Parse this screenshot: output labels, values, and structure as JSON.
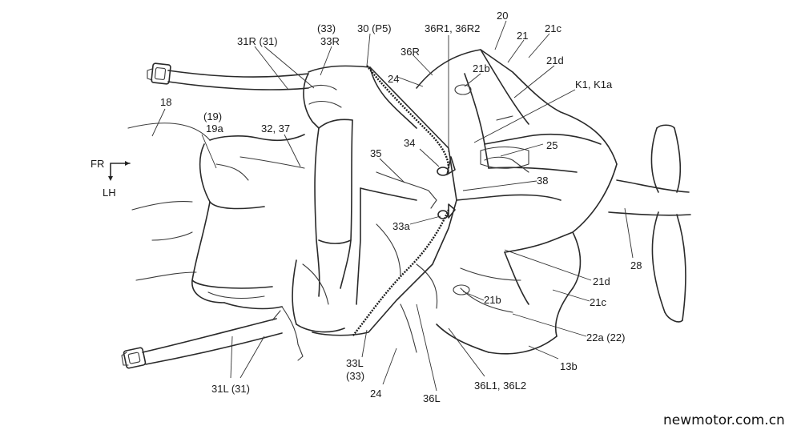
{
  "labels": {
    "l20": "20",
    "l21": "21",
    "l21c_top": "21c",
    "l21d_top": "21d",
    "l21b_top": "21b",
    "lK1": "K1, K1a",
    "l25": "25",
    "l38": "38",
    "l28": "28",
    "l21d_bot": "21d",
    "l21c_bot": "21c",
    "l21b_bot": "21b",
    "l22a": "22a (22)",
    "l13b": "13b",
    "l36L1": "36L1, 36L2",
    "l36L": "36L",
    "l24_bot": "24",
    "l33L": "33L",
    "l33_bot": "(33)",
    "l31L": "31L (31)",
    "l33a": "33a",
    "l35": "35",
    "l34": "34",
    "l24_top": "24",
    "l36R": "36R",
    "l36R1": "36R1, 36R2",
    "l30": "30 (P5)",
    "l33_top": "(33)",
    "l33R": "33R",
    "l31R": "31R (31)",
    "l18": "18",
    "l19": "(19)",
    "l19a": "19a",
    "l3237": "32, 37",
    "dirFR": "FR",
    "dirLH": "LH"
  },
  "watermark": "newmotor.com.cn"
}
